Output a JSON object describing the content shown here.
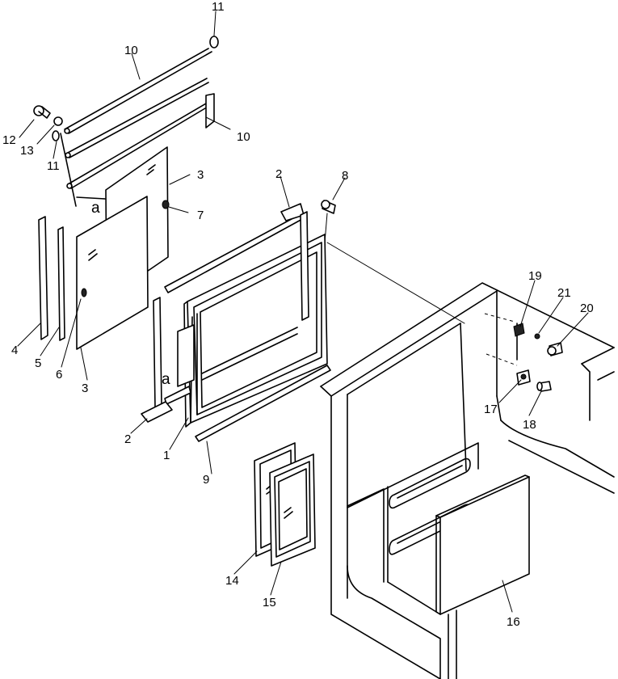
{
  "diagram": {
    "callouts": {
      "c1": "1",
      "c2a": "2",
      "c2b": "2",
      "c3a": "3",
      "c3b": "3",
      "c4": "4",
      "c5": "5",
      "c6": "6",
      "c7": "7",
      "c8": "8",
      "c9": "9",
      "c10a": "10",
      "c10b": "10",
      "c11a": "11",
      "c11b": "11",
      "c12": "12",
      "c13": "13",
      "c14": "14",
      "c15": "15",
      "c16": "16",
      "c17": "17",
      "c18": "18",
      "c19": "19",
      "c20": "20",
      "c21": "21"
    },
    "match_marks": {
      "a1": "a",
      "a2": "a"
    }
  }
}
